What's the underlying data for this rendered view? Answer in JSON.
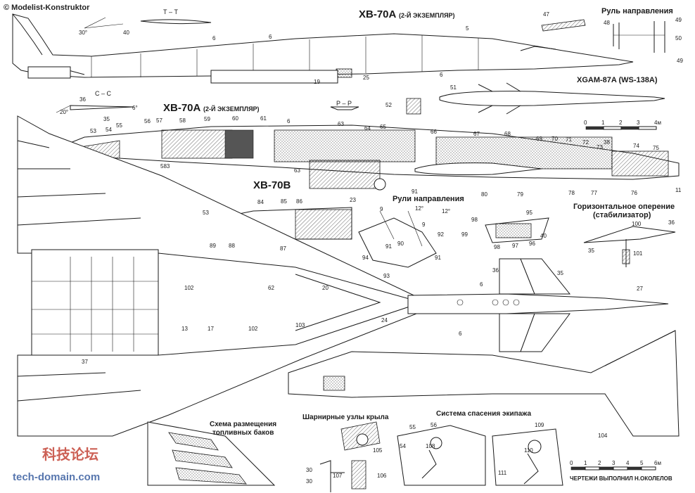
{
  "watermark": {
    "top": "© Modelist-Konstruktor",
    "chinese": "科技论坛",
    "domain": "tech-domain.com"
  },
  "titles": {
    "xb70a_top_main": "XB-70A",
    "xb70a_top_sub": "(2-Й ЭКЗЕМПЛЯР)",
    "xb70a_mid_main": "XB-70A",
    "xb70a_mid_sub": "(2-Й ЭКЗЕМПЛЯР)",
    "xb70b": "XB-70B",
    "xgam": "XGAM-87A  (WS-138A)",
    "rudder": "Руль направления",
    "rudders": "Рули направления",
    "stab_line1": "Горизонтальное оперение",
    "stab_line2": "(стабилизатор)",
    "fuel_line1": "Схема размещения",
    "fuel_line2": "топливных баков",
    "hinges": "Шарнирные узлы крыла",
    "escape": "Система спасения экипажа"
  },
  "sections": {
    "tt": "Т – Т",
    "cc": "С – С",
    "pp": "Р – Р"
  },
  "scale": {
    "labels": [
      "0",
      "1",
      "2",
      "3",
      "4м"
    ],
    "labels2": [
      "0",
      "1",
      "2",
      "3",
      "4",
      "5",
      "6м"
    ]
  },
  "credits": "ЧЕРТЕЖИ  ВЫПОЛНИЛ  Н.ОКОЛЕЛОВ",
  "angles": {
    "a30": "30°",
    "a20": "20°",
    "a6": "6°",
    "a12a": "12°",
    "a12b": "12°"
  },
  "callouts": {
    "n40": "40",
    "n6a": "6",
    "n6b": "6",
    "n6c": "6",
    "n5": "5",
    "n47": "47",
    "n48": "48",
    "n49a": "49",
    "n49b": "49",
    "n50": "50",
    "n19": "19",
    "n25": "25",
    "n51": "51",
    "n52": "52",
    "n36a": "36",
    "n35a": "35",
    "n53": "53",
    "n54": "54",
    "n55": "55",
    "n56": "56",
    "n57": "57",
    "n58": "58",
    "n59": "59",
    "n60": "60",
    "n61": "61",
    "n62": "6",
    "n63": "63",
    "n64": "64",
    "n65": "65",
    "n66": "66",
    "n67": "67",
    "n68": "68",
    "n69": "69",
    "n70": "70",
    "n71": "71",
    "n72": "72",
    "n73": "73",
    "n38": "38",
    "n74": "74",
    "n75": "75",
    "n583": "583",
    "n63b": "63",
    "n23": "23",
    "n91": "91",
    "n80": "80",
    "n79": "79",
    "n78": "78",
    "n77": "77",
    "n76": "76",
    "n11": "11",
    "n84": "84",
    "n85": "85",
    "n86": "86",
    "n53b": "53",
    "n89": "89",
    "n88": "88",
    "n87": "87",
    "n9a": "9",
    "n9b": "9",
    "n90": "90",
    "n92": "92",
    "n91b": "91",
    "n94": "94",
    "n93": "93",
    "n91c": "91",
    "n95": "95",
    "n98": "98",
    "n99": "99",
    "n97": "97",
    "n96": "96",
    "n40b": "40",
    "n36b": "36",
    "n35b": "35",
    "n100": "100",
    "n36c": "36",
    "n101": "101",
    "n35c": "35",
    "n102a": "102",
    "n62b": "62",
    "n20": "20",
    "n24": "24",
    "n103": "103",
    "n13": "13",
    "n17": "17",
    "n102b": "102",
    "n37": "37",
    "n6d": "6",
    "n6e": "6",
    "n27": "27",
    "n104": "104",
    "n55b": "55",
    "n56b": "56",
    "n108": "108",
    "n54b": "54",
    "n109": "109",
    "n110": "110",
    "n111": "111",
    "n105": "105",
    "n30a": "30",
    "n30b": "30",
    "n107": "107",
    "n106": "106"
  }
}
